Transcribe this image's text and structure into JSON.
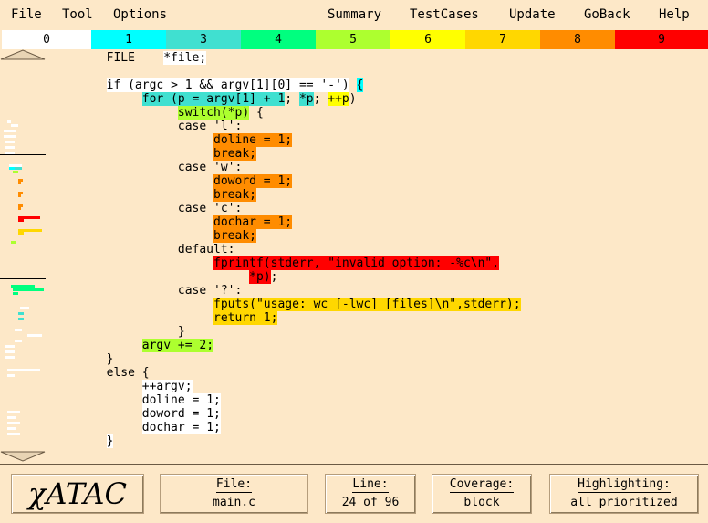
{
  "menu": [
    "File",
    "Tool",
    "Options",
    "Summary",
    "TestCases",
    "Update",
    "GoBack",
    "Help"
  ],
  "legend": [
    {
      "label": "0",
      "color": "#ffffff"
    },
    {
      "label": "1",
      "color": "#00ffff"
    },
    {
      "label": "3",
      "color": "#40e0d0"
    },
    {
      "label": "4",
      "color": "#00ff7f"
    },
    {
      "label": "5",
      "color": "#adff2f"
    },
    {
      "label": "6",
      "color": "#ffff00"
    },
    {
      "label": "7",
      "color": "#ffd700"
    },
    {
      "label": "8",
      "color": "#ff8c00"
    },
    {
      "label": "9",
      "color": "#ff0000"
    }
  ],
  "code_lines": [
    [
      {
        "t": "        FILE    ",
        "c": ""
      },
      {
        "t": "*file;",
        "c": "#ffffff"
      }
    ],
    [],
    [
      {
        "t": "        ",
        "c": ""
      },
      {
        "t": "if (argc > 1 && argv[1][0] == '-')",
        "c": "#ffffff"
      },
      {
        "t": " ",
        "c": ""
      },
      {
        "t": "{",
        "c": "#00ffff"
      }
    ],
    [
      {
        "t": "             ",
        "c": ""
      },
      {
        "t": "for (p = argv[1] + 1",
        "c": "#40e0d0"
      },
      {
        "t": "; ",
        "c": ""
      },
      {
        "t": "*p",
        "c": "#40e0d0"
      },
      {
        "t": "; ",
        "c": ""
      },
      {
        "t": "++p",
        "c": "#ffff00"
      },
      {
        "t": ")",
        "c": ""
      }
    ],
    [
      {
        "t": "                  ",
        "c": ""
      },
      {
        "t": "switch(*p)",
        "c": "#adff2f"
      },
      {
        "t": " {",
        "c": ""
      }
    ],
    [
      {
        "t": "                  case 'l':",
        "c": ""
      }
    ],
    [
      {
        "t": "                       ",
        "c": ""
      },
      {
        "t": "doline = 1;",
        "c": "#ff8c00"
      }
    ],
    [
      {
        "t": "                       ",
        "c": ""
      },
      {
        "t": "break;",
        "c": "#ff8c00"
      }
    ],
    [
      {
        "t": "                  case 'w':",
        "c": ""
      }
    ],
    [
      {
        "t": "                       ",
        "c": ""
      },
      {
        "t": "doword = 1;",
        "c": "#ff8c00"
      }
    ],
    [
      {
        "t": "                       ",
        "c": ""
      },
      {
        "t": "break;",
        "c": "#ff8c00"
      }
    ],
    [
      {
        "t": "                  case 'c':",
        "c": ""
      }
    ],
    [
      {
        "t": "                       ",
        "c": ""
      },
      {
        "t": "dochar = 1;",
        "c": "#ff8c00"
      }
    ],
    [
      {
        "t": "                       ",
        "c": ""
      },
      {
        "t": "break;",
        "c": "#ff8c00"
      }
    ],
    [
      {
        "t": "                  default:",
        "c": ""
      }
    ],
    [
      {
        "t": "                       ",
        "c": ""
      },
      {
        "t": "fprintf(stderr, \"invalid option: -%c\\n\",",
        "c": "#ff0000"
      }
    ],
    [
      {
        "t": "                            ",
        "c": ""
      },
      {
        "t": "*p)",
        "c": "#ff0000"
      },
      {
        "t": ";",
        "c": ""
      }
    ],
    [
      {
        "t": "                  case '?':",
        "c": ""
      }
    ],
    [
      {
        "t": "                       ",
        "c": ""
      },
      {
        "t": "fputs(\"usage: wc [-lwc] [files]\\n\",stderr);",
        "c": "#ffd700"
      }
    ],
    [
      {
        "t": "                       ",
        "c": ""
      },
      {
        "t": "return 1;",
        "c": "#ffd700"
      }
    ],
    [
      {
        "t": "                  }",
        "c": ""
      }
    ],
    [
      {
        "t": "             ",
        "c": ""
      },
      {
        "t": "argv += 2;",
        "c": "#adff2f"
      }
    ],
    [
      {
        "t": "        }",
        "c": ""
      }
    ],
    [
      {
        "t": "        else {",
        "c": ""
      }
    ],
    [
      {
        "t": "             ",
        "c": ""
      },
      {
        "t": "++argv;",
        "c": "#ffffff"
      }
    ],
    [
      {
        "t": "             ",
        "c": ""
      },
      {
        "t": "doline = 1;",
        "c": "#ffffff"
      }
    ],
    [
      {
        "t": "             ",
        "c": ""
      },
      {
        "t": "doword = 1;",
        "c": "#ffffff"
      }
    ],
    [
      {
        "t": "             ",
        "c": ""
      },
      {
        "t": "dochar = 1;",
        "c": "#ffffff"
      }
    ],
    [
      {
        "t": "        ",
        "c": ""
      },
      {
        "t": "}",
        "c": "#ffffff"
      }
    ]
  ],
  "status": {
    "logo": "χATAC",
    "file": {
      "label": "File:",
      "value": "main.c"
    },
    "line": {
      "label": "Line:",
      "value": "24 of 96"
    },
    "coverage": {
      "label": "Coverage:",
      "value": "block"
    },
    "highlighting": {
      "label": "Highlighting:",
      "value": "all prioritized"
    }
  }
}
